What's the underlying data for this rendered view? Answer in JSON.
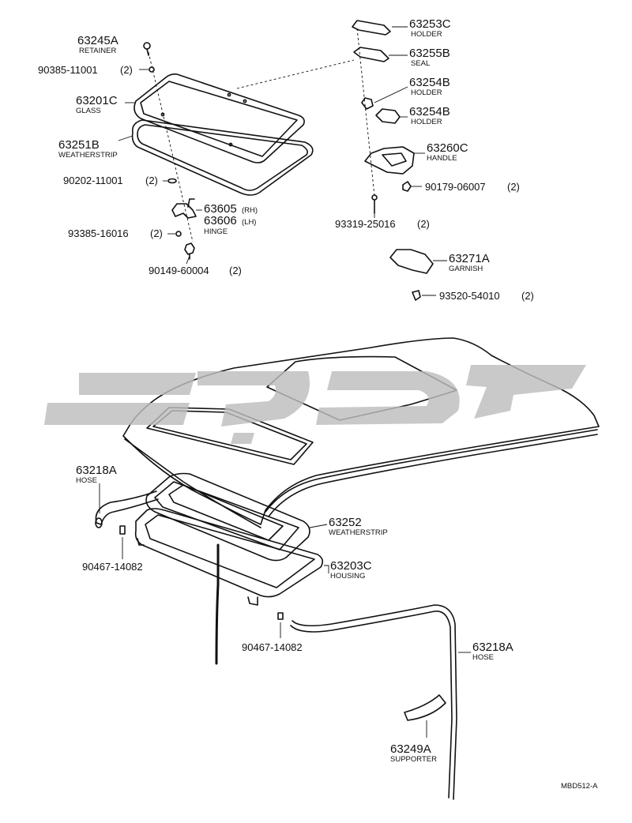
{
  "diagram_code": "MBD512-A",
  "labels": {
    "retainer_part": "63245A",
    "retainer_name": "RETAINER",
    "screw1_part": "90385-11001",
    "screw1_qty": "(2)",
    "glass_part": "63201C",
    "glass_name": "GLASS",
    "weatherstrip_b_part": "63251B",
    "weatherstrip_b_name": "WEATHERSTRIP",
    "washer_part": "90202-11001",
    "washer_qty": "(2)",
    "hinge_rh_part": "63605",
    "hinge_rh_suffix": "(RH)",
    "hinge_lh_part": "63606",
    "hinge_lh_suffix": "(LH)",
    "hinge_name": "HINGE",
    "screw2_part": "93385-16016",
    "screw2_qty": "(2)",
    "nut_part": "90149-60004",
    "nut_qty": "(2)",
    "holder_c_part": "63253C",
    "holder_c_name": "HOLDER",
    "seal_part": "63255B",
    "seal_name": "SEAL",
    "holder_b1_part": "63254B",
    "holder_b1_name": "HOLDER",
    "holder_b2_part": "63254B",
    "holder_b2_name": "HOLDER",
    "handle_part": "63260C",
    "handle_name": "HANDLE",
    "screw3_part": "90179-06007",
    "screw3_qty": "(2)",
    "screw4_part": "93319-25016",
    "screw4_qty": "(2)",
    "garnish_part": "63271A",
    "garnish_name": "GARNISH",
    "screw5_part": "93520-54010",
    "screw5_qty": "(2)",
    "hose_left_part": "63218A",
    "hose_left_name": "HOSE",
    "clip_left_part": "90467-14082",
    "weatherstrip_part": "63252",
    "weatherstrip_name": "WEATHERSTRIP",
    "housing_part": "63203C",
    "housing_name": "HOUSING",
    "clip_right_part": "90467-14082",
    "hose_right_part": "63218A",
    "hose_right_name": "HOSE",
    "supporter_part": "63249A",
    "supporter_name": "SUPPORTER"
  }
}
